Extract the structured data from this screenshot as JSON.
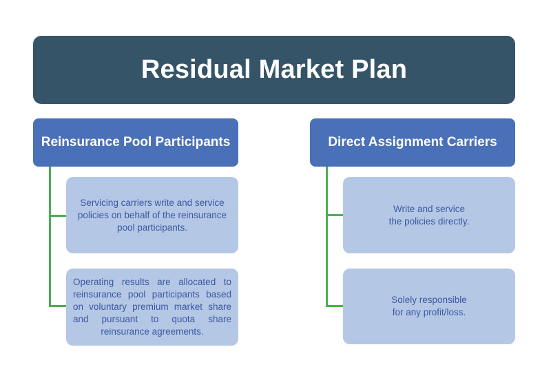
{
  "title": "Residual Market Plan",
  "columns": [
    {
      "header": "Reinsurance Pool Participants",
      "items": [
        "Servicing carriers write and service\npolicies on behalf of the reinsurance\npool participants.",
        "Operating results are allocated to reinsurance pool participants based on voluntary premium market share and pursuant to quota share reinsurance agreements."
      ]
    },
    {
      "header": "Direct Assignment Carriers",
      "items": [
        "Write and service\nthe policies directly.",
        "Solely responsible\nfor any profit/loss."
      ]
    }
  ],
  "colors": {
    "title_bg": "#365468",
    "header_bg": "#4a70b8",
    "detail_bg": "#b4c7e5",
    "detail_text": "#3b58a0",
    "connector": "#4caf50"
  }
}
